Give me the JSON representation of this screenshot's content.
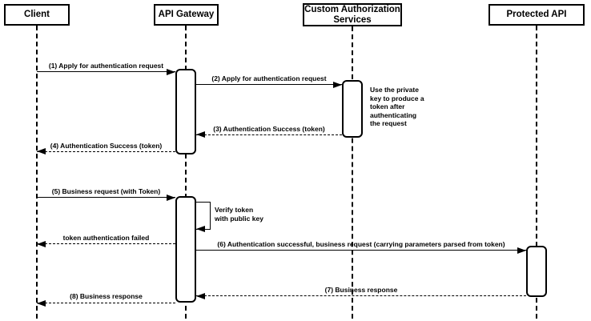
{
  "diagram": {
    "type": "sequence",
    "participants": [
      {
        "id": "client",
        "label": "Client"
      },
      {
        "id": "api-gateway",
        "label": "API Gateway"
      },
      {
        "id": "custom-auth",
        "label": "Custom Authorization Services"
      },
      {
        "id": "protected-api",
        "label": "Protected API"
      }
    ],
    "messages": [
      {
        "label": "(1) Apply for authentication request",
        "from": "client",
        "to": "api-gateway",
        "line": "solid"
      },
      {
        "label": "(2) Apply for authentication request",
        "from": "api-gateway",
        "to": "custom-auth",
        "line": "solid"
      },
      {
        "label": "(3) Authentication Success (token)",
        "from": "custom-auth",
        "to": "api-gateway",
        "line": "dashed"
      },
      {
        "label": "(4) Authentication Success (token)",
        "from": "api-gateway",
        "to": "client",
        "line": "dashed"
      },
      {
        "label": "(5) Business request (with Token)",
        "from": "client",
        "to": "api-gateway",
        "line": "solid"
      },
      {
        "label": "Verify token\nwith public key",
        "from": "api-gateway",
        "to": "api-gateway",
        "line": "self"
      },
      {
        "label": "token authentication failed",
        "from": "api-gateway",
        "to": "client",
        "line": "dashed"
      },
      {
        "label": "(6) Authentication successful, business request (carrying parameters parsed from token)",
        "from": "api-gateway",
        "to": "protected-api",
        "line": "solid"
      },
      {
        "label": "(7) Business response",
        "from": "protected-api",
        "to": "api-gateway",
        "line": "dashed"
      },
      {
        "label": "(8) Business response",
        "from": "api-gateway",
        "to": "client",
        "line": "dashed"
      }
    ],
    "notes": [
      {
        "text": "Use the private\nkey to produce a\ntoken after\nauthenticating\nthe request",
        "attached_to": "custom-auth"
      }
    ],
    "colors": {
      "line": "#000000",
      "fill": "#ffffff",
      "text": "#000000"
    }
  }
}
